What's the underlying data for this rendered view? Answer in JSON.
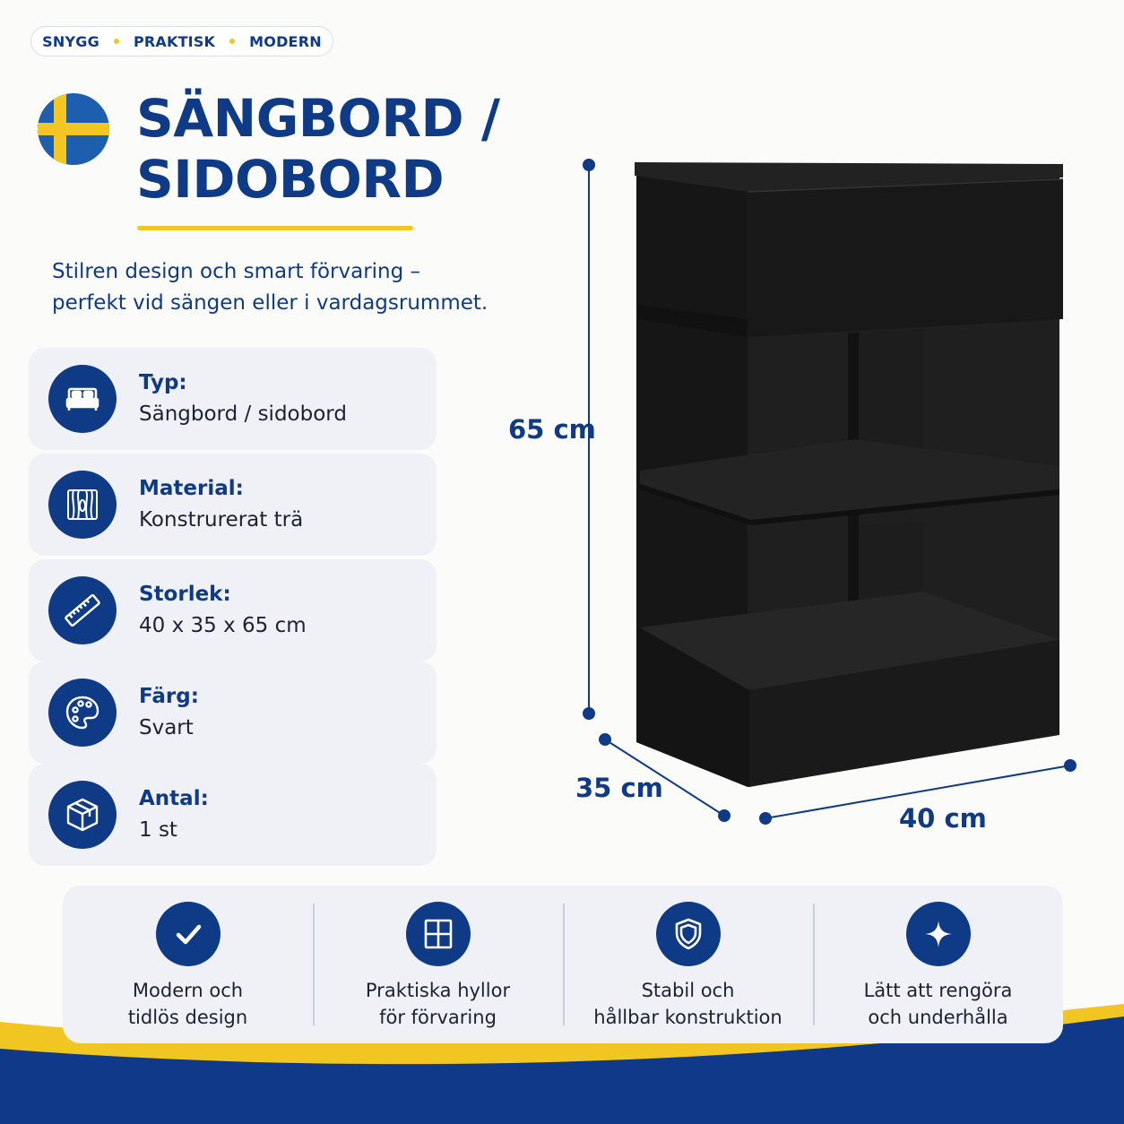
{
  "tags": [
    "SNYGG",
    "PRAKTISK",
    "MODERN"
  ],
  "title": {
    "line1": "SÄNGBORD /",
    "line2": "SIDOBORD"
  },
  "lead": {
    "line1": "Stilren design och smart förvaring –",
    "line2": "perfekt vid sängen eller i vardagsrummet."
  },
  "specs": [
    {
      "label": "Typ:",
      "value": "Sängbord / sidobord",
      "icon": "bed-icon"
    },
    {
      "label": "Material:",
      "value": "Konstrurerat trä",
      "icon": "wood-grain-icon"
    },
    {
      "label": "Storlek:",
      "value": "40 x 35 x 65 cm",
      "icon": "ruler-icon"
    },
    {
      "label": "Färg:",
      "value": "Svart",
      "icon": "palette-icon"
    },
    {
      "label": "Antal:",
      "value": "1 st",
      "icon": "box-icon"
    }
  ],
  "dimensions": {
    "height": "65 cm",
    "depth": "35 cm",
    "width": "40 cm"
  },
  "features": [
    {
      "line1": "Modern och",
      "line2": "tidlös design",
      "icon": "check-icon"
    },
    {
      "line1": "Praktiska hyllor",
      "line2": "för förvaring",
      "icon": "shelves-icon"
    },
    {
      "line1": "Stabil och",
      "line2": "hållbar konstruktion",
      "icon": "shield-icon"
    },
    {
      "line1": "Lätt att rengöra",
      "line2": "och underhålla",
      "icon": "sparkle-icon"
    }
  ],
  "colors": {
    "brand_blue": "#0f3a86",
    "brand_yellow": "#f2c622",
    "furniture": "#1a1a1a"
  }
}
